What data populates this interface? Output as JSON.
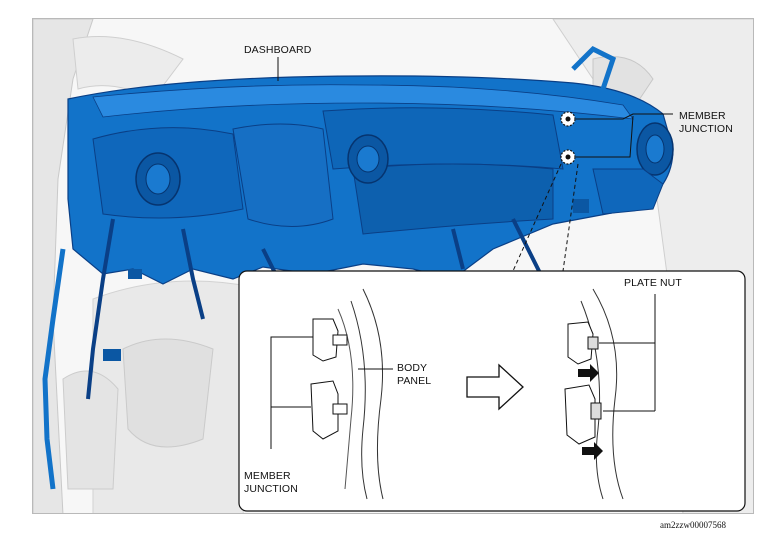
{
  "labels": {
    "dashboard": "DASHBOARD",
    "member_junction_top_1": "MEMBER",
    "member_junction_top_2": "JUNCTION",
    "plate_nut": "PLATE NUT",
    "body_panel_1": "BODY",
    "body_panel_2": "PANEL",
    "member_junction_bottom_1": "MEMBER",
    "member_junction_bottom_2": "JUNCTION"
  },
  "reference_code": "am2zzw00007568",
  "colors": {
    "dashboard_blue": "#1273c9",
    "dashboard_dark": "#0a3f86",
    "background": "#f7f7f7",
    "line": "#111111"
  }
}
